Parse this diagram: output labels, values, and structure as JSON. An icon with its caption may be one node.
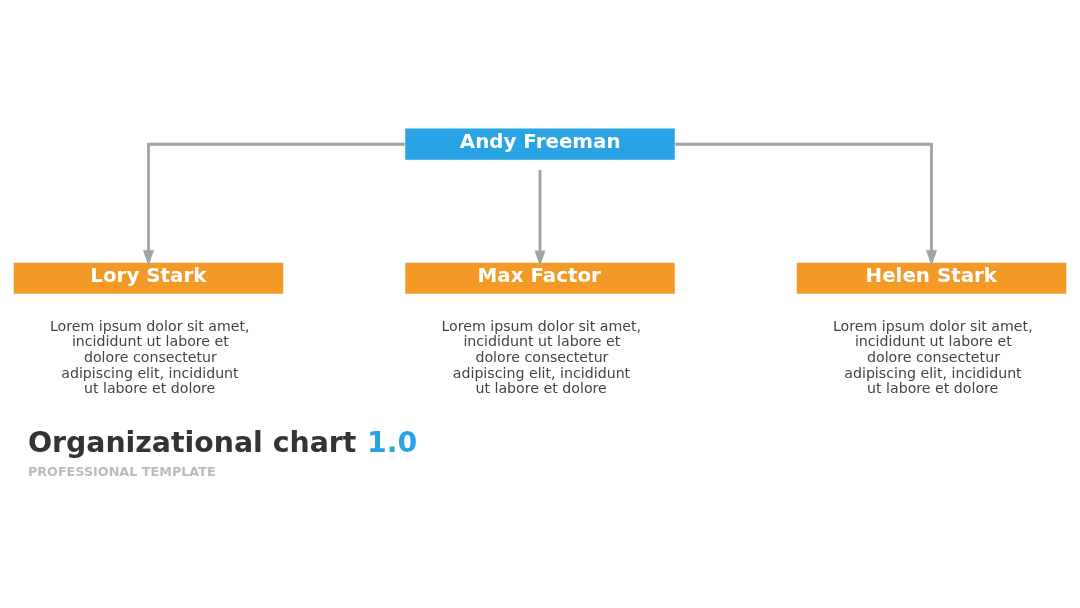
{
  "diagram": {
    "title": "Organizational chart 1.0",
    "caption": "PROFESSIONAL TEMPLATE",
    "nodes": [
      {
        "text": [
          "Andy Freeman"
        ]
      },
      {
        "text": [
          "Lory Stark"
        ],
        "beside": [
          "Lorem ipsum dolor sit amet, incididunt ut labore et dolore consectetur adipiscing elit, incididunt ut labore et dolore"
        ]
      },
      {
        "text": [
          "Max Factor"
        ],
        "beside": [
          "Lorem ipsum dolor sit amet, incididunt ut labore et dolore consectetur adipiscing elit, incididunt ut labore et dolore"
        ]
      },
      {
        "text": [
          "Helen Stark"
        ],
        "beside": [
          "Lorem ipsum dolor sit amet, incididunt ut labore et dolore consectetur adipiscing elit, incididunt ut labore et dolore"
        ]
      }
    ],
    "edges": [
      {
        "from": 0,
        "to": 1,
        "arrow": "to"
      },
      {
        "from": 0,
        "to": 2,
        "arrow": "to"
      },
      {
        "from": 0,
        "to": 3,
        "arrow": "to"
      }
    ]
  }
}
